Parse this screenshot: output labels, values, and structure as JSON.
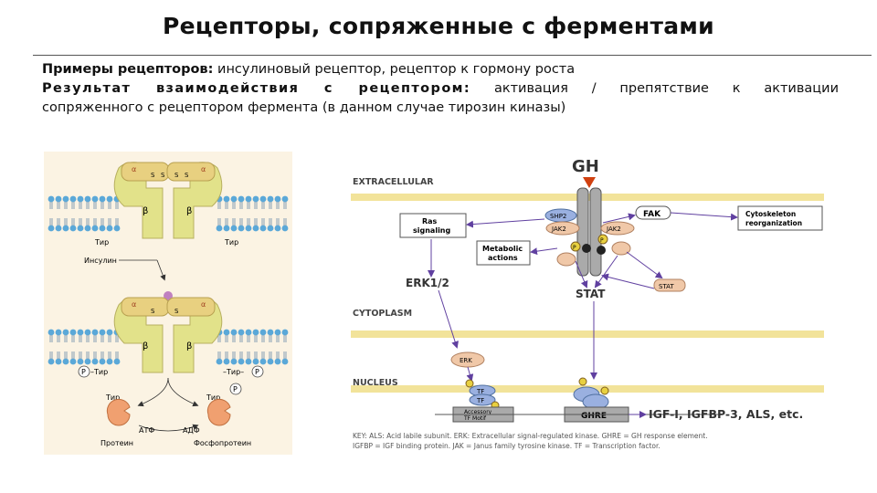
{
  "header": {
    "title": "Рецепторы, сопряженные с ферментами"
  },
  "body_text": {
    "examples_label": "Примеры рецепторов:",
    "examples_value": "инсулиновый рецептор, рецептор к гормону роста",
    "result_label": "Результат взаимодействия с рецептором:",
    "result_value_line1": "активация / препятствие к активации",
    "result_value_line2": "сопряженного с рецептором фермента (в данном случае тирозин киназы)"
  },
  "left_diagram": {
    "alpha": "α",
    "beta": "β",
    "s": "S",
    "tyr_left": "Тир",
    "tyr_right": "Тир",
    "insulin": "Инсулин",
    "p": "P",
    "p_tyr_left": "–Тир",
    "p_tyr_right": "–Тир–",
    "tyr_bottom_left": "Тир",
    "tyr_bottom_right": "Тир",
    "atp": "АТФ",
    "adp": "АДФ",
    "protein": "Протеин",
    "phosphoprotein": "Фосфопротеин"
  },
  "right_diagram": {
    "extracellular": "EXTRACELLULAR",
    "cytoplasm": "CYTOPLASM",
    "nucleus": "NUCLEUS",
    "gh": "GH",
    "shp2": "SHP2",
    "jak2_left": "JAK2",
    "jak2_right": "JAK2",
    "fak": "FAK",
    "ras_signaling_1": "Ras",
    "ras_signaling_2": "signaling",
    "metabolic_1": "Metabolic",
    "metabolic_2": "actions",
    "cytoskeleton_1": "Cytoskeleton",
    "cytoskeleton_2": "reorganization",
    "erk12": "ERK1/2",
    "stat": "STAT",
    "stat_small": "STAT",
    "erk_small": "ERK",
    "tf": "TF",
    "accessory_1": "Accessory",
    "accessory_2": "TF Motif",
    "ghre": "GHRE",
    "p": "P",
    "output": "IGF-I, IGFBP-3, ALS, etc.",
    "key_line1": "KEY: ALS: Acid labile subunit. ERK: Extracellular signal-regulated kinase. GHRE = GH response element.",
    "key_line2": "IGFBP = IGF binding protein. JAK = Janus family tyrosine kinase. TF = Transcription factor."
  },
  "colors": {
    "receptor": "#e2e28a",
    "receptor_outline": "#b8b060",
    "membrane_head": "#5aa8d8",
    "alpha_subunit": "#e8d080",
    "insulin_ball": "#c080c0",
    "enzyme": "#f0a070",
    "panel_bg": "#fbf3e3",
    "band": "#f2e39a",
    "arrow": "#6040a0",
    "gh_arrow": "#d04010",
    "jak": "#f0c8a8",
    "node_blue": "#9ab0e0"
  }
}
